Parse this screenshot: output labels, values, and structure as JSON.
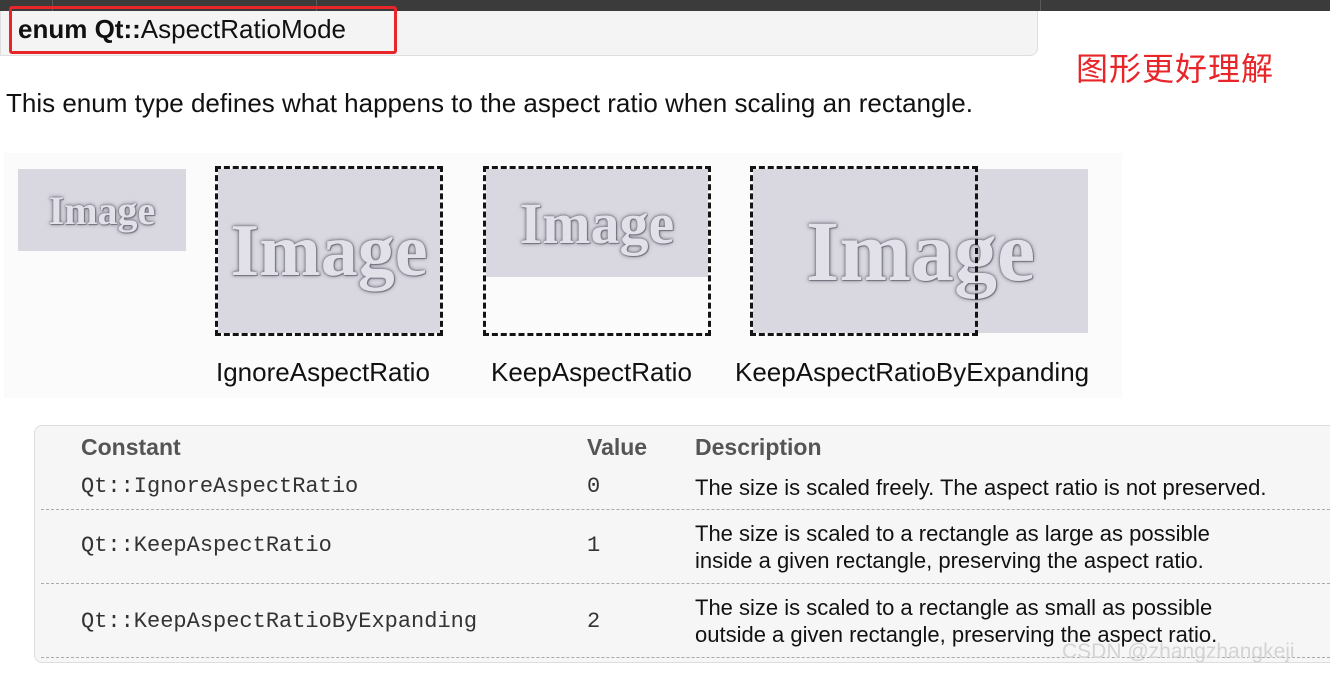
{
  "heading": {
    "keyword": "enum Qt::",
    "name": "AspectRatioMode"
  },
  "annotation": "图形更好理解",
  "intro": "This enum type defines what happens to the aspect ratio when scaling an rectangle.",
  "figure": {
    "image_text": "Image",
    "captions": [
      "IgnoreAspectRatio",
      "KeepAspectRatio",
      "KeepAspectRatioByExpanding"
    ]
  },
  "table": {
    "headers": [
      "Constant",
      "Value",
      "Description"
    ],
    "rows": [
      {
        "constant": "Qt::IgnoreAspectRatio",
        "value": "0",
        "description": [
          "The size is scaled freely. The aspect ratio is not preserved."
        ]
      },
      {
        "constant": "Qt::KeepAspectRatio",
        "value": "1",
        "description": [
          "The size is scaled to a rectangle as large as possible",
          "inside a given rectangle, preserving the aspect ratio."
        ]
      },
      {
        "constant": "Qt::KeepAspectRatioByExpanding",
        "value": "2",
        "description": [
          "The size is scaled to a rectangle as small as possible",
          "outside a given rectangle, preserving the aspect ratio."
        ]
      }
    ]
  },
  "watermark": "CSDN @zhangzhangkeji",
  "colors": {
    "highlight_red": "#e8262a",
    "image_fill": "#d9d8e1",
    "table_bg": "#f6f6f6"
  }
}
